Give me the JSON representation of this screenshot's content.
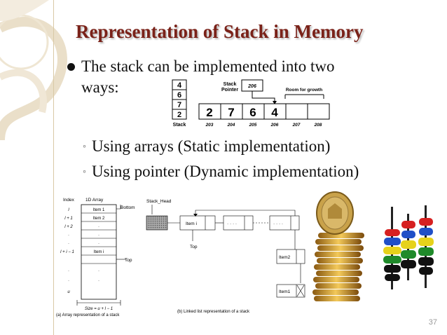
{
  "slide": {
    "title": "Representation of Stack in Memory",
    "bullet": "The stack can be implemented into two ways:",
    "bullet_line1": "The stack can be implemented into two",
    "bullet_line2": "ways:",
    "sub_items": [
      "Using arrays (Static implementation)",
      "Using pointer (Dynamic implementation)"
    ],
    "sub_marker": "◦",
    "page_number": "37"
  },
  "stack_figure": {
    "stack_cells": [
      "4",
      "6",
      "7",
      "2"
    ],
    "stack_label": "Stack",
    "pointer_label_line1": "Stack",
    "pointer_label_line2": "Pointer",
    "pointer_value": "206",
    "room_label": "Room for growth",
    "memory_values": [
      "2",
      "7",
      "6",
      "4",
      "",
      ""
    ],
    "addresses": [
      "203",
      "204",
      "205",
      "206",
      "207",
      "208"
    ]
  },
  "array_figure": {
    "col_index": "Index",
    "col_array": "1D Array",
    "bottom_label": "Bottom",
    "top_label": "Top",
    "rows": [
      {
        "index": "l",
        "item": "Item 1"
      },
      {
        "index": "l + 1",
        "item": "Item 2"
      },
      {
        "index": "l + 2",
        "item": "·"
      },
      {
        "index": "·",
        "item": "·"
      },
      {
        "index": "·",
        "item": "·"
      },
      {
        "index": "l + i − 1",
        "item": "Item i"
      },
      {
        "index": "·",
        "item": "·"
      },
      {
        "index": "·",
        "item": "·"
      },
      {
        "index": "u",
        "item": ""
      }
    ],
    "size_label": "Size = u + l − 1",
    "caption": "(a) Array representation of a stack"
  },
  "list_figure": {
    "head_label": "Stack_Head",
    "node_first": "Item i",
    "node_dots1": "· · · ·",
    "node_dots2": "· · · ·",
    "top_label": "Top",
    "node_item2": "Item2",
    "node_item1": "Item1",
    "caption": "(b) Linked list representation of a stack"
  },
  "colors": {
    "title": "#7a2219",
    "swirl": "#e8dcc4",
    "divider": "#d9c9a6"
  }
}
